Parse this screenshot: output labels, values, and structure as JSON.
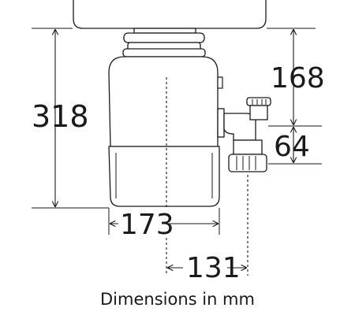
{
  "diagram": {
    "dimensions": {
      "height_total": "318",
      "height_inlet": "168",
      "outlet_gap": "64",
      "width_body": "173",
      "outlet_offset": "131"
    },
    "caption": "Dimensions in mm"
  }
}
